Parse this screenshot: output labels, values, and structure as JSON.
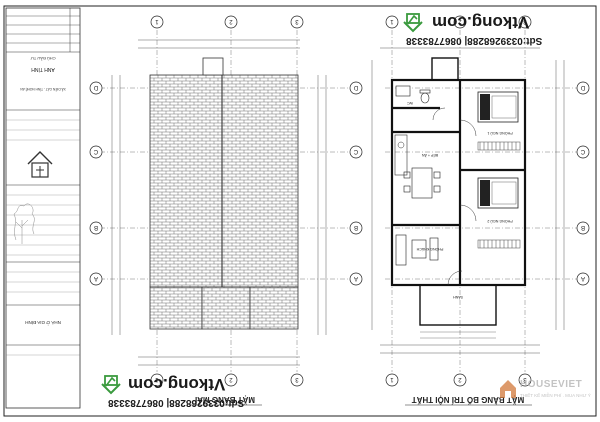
{
  "brand": {
    "site": "Vtkong.com",
    "phone": "Sdt:0339268288| 0867783338",
    "partner": "HOUSEVIET",
    "partner_sub": "THIẾT KẾ MIỄN PHÍ . MUA NHƯ Ý",
    "colors": {
      "green": "#3a9a3e",
      "dark": "#1a1a1a",
      "line": "#333333",
      "roof": "#555555",
      "orange": "#d2793a"
    }
  },
  "title_block": {
    "owner_label": "CHỦ ĐẦU TƯ",
    "owner_name": "ANH TÌNH",
    "location": "XÃ DIỄN CÁT - TỈNH NGHỆ AN",
    "project": "NHÀ Ở GIA ĐÌNH"
  },
  "drawings": {
    "roof_title": "MẶT BẰNG MÁI",
    "floor_title": "MẶT BẰNG BỐ TRÍ NỘI THẤT"
  },
  "axes": {
    "columns": [
      "1",
      "2",
      "3"
    ],
    "rows": [
      "A",
      "B",
      "C",
      "D"
    ]
  },
  "rooms": [
    {
      "name": "PHÒNG NGỦ 1"
    },
    {
      "name": "PHÒNG NGỦ 2"
    },
    {
      "name": "PHÒNG KHÁCH"
    },
    {
      "name": "BẾP + ĂN"
    },
    {
      "name": "SẢNH"
    },
    {
      "name": "WC"
    }
  ]
}
